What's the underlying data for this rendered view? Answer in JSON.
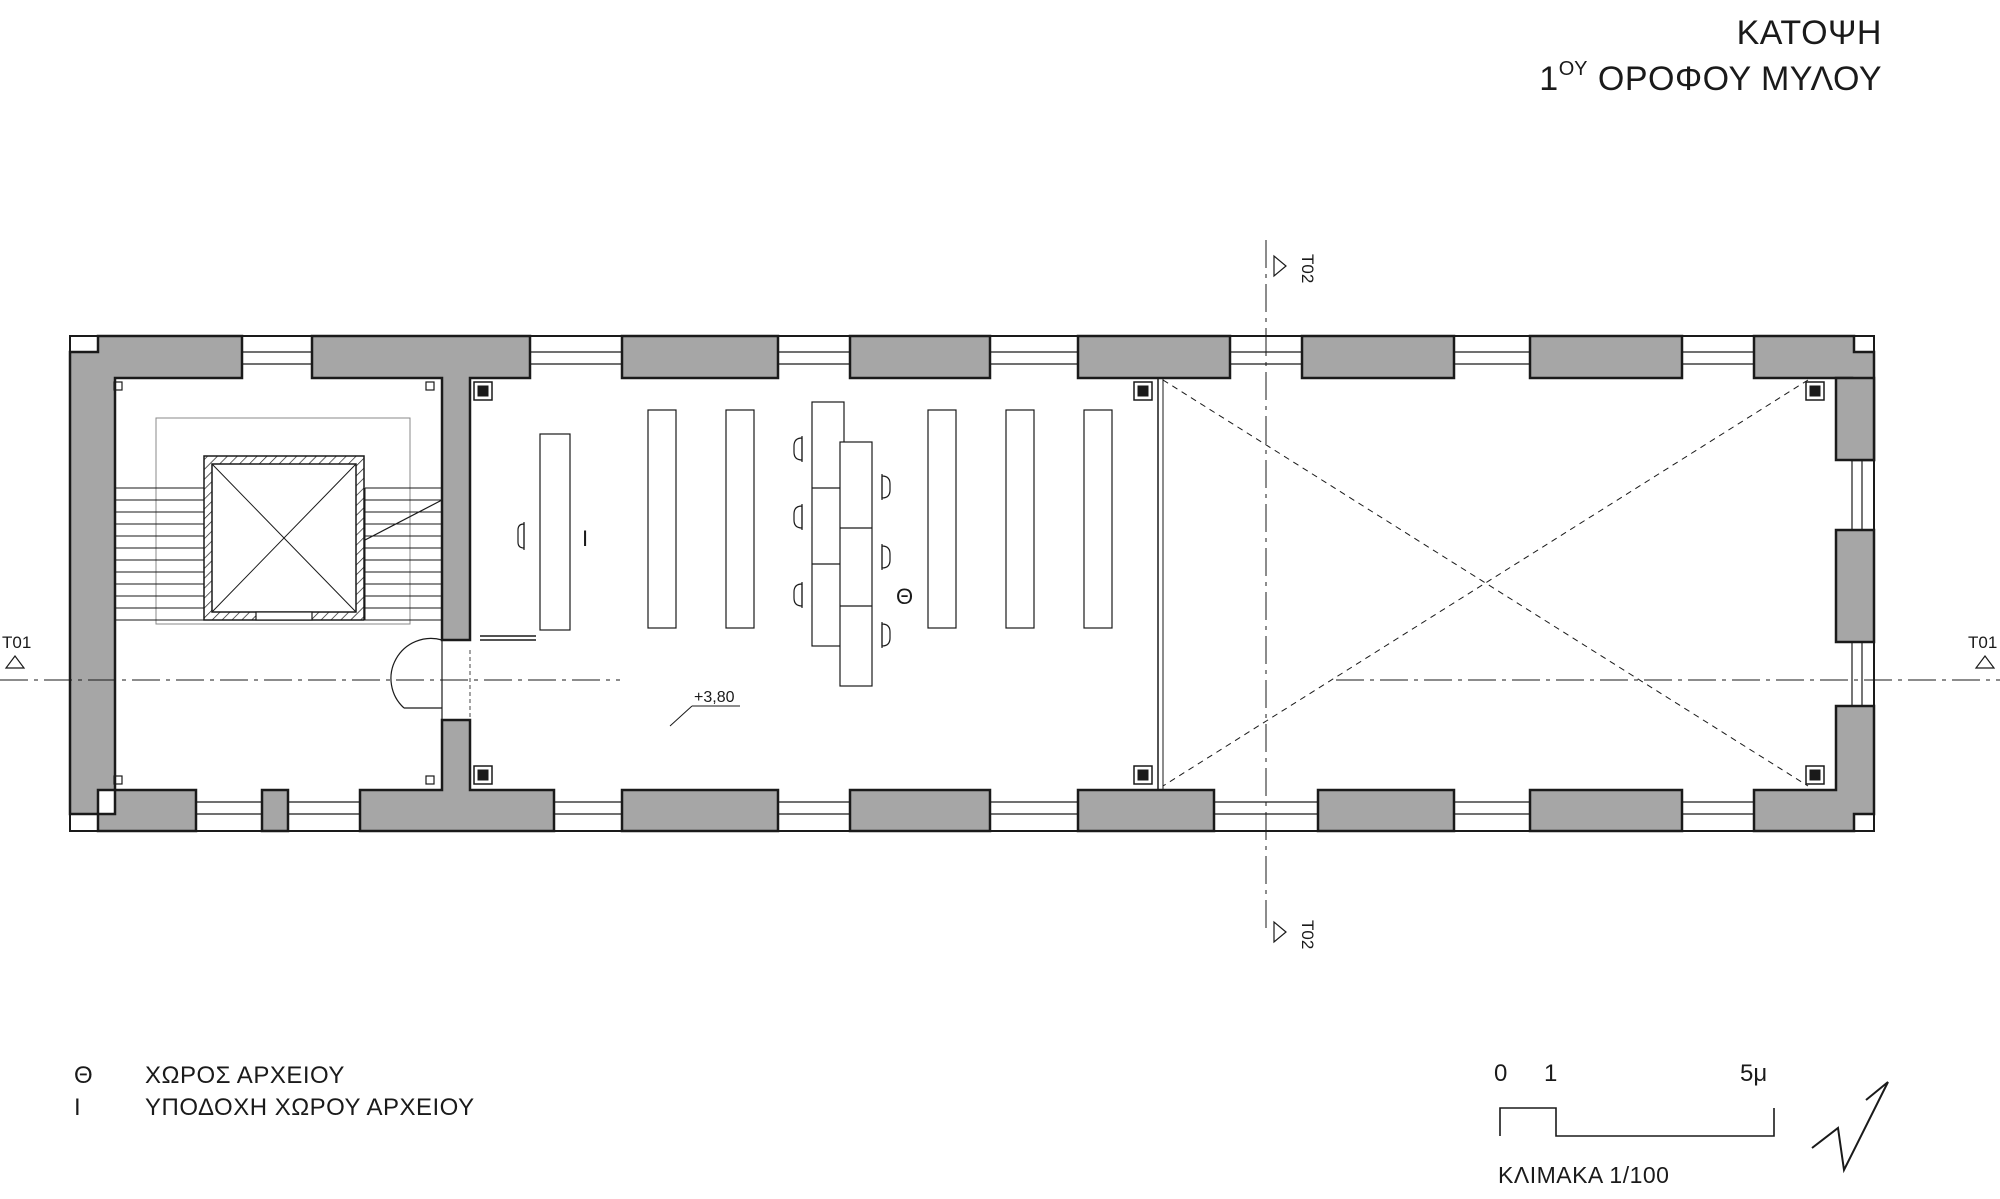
{
  "title": {
    "line1": "ΚΑΤΟΨΗ",
    "line2_prefix": "1",
    "line2_sup": "ΟΥ",
    "line2_rest": " ΟΡΟΦΟΥ ΜΥΛΟΥ"
  },
  "plan": {
    "level_mark": "+3,80",
    "room_tag_archive": "Θ",
    "room_tag_reception": "Ι",
    "section_t01": "T01",
    "section_t02": "T02"
  },
  "legend": [
    {
      "key": "Θ",
      "label": "ΧΩΡΟΣ ΑΡΧΕΙΟΥ"
    },
    {
      "key": "Ι",
      "label": "ΥΠΟΔΟΧΗ ΧΩΡΟΥ ΑΡΧΕΙΟΥ"
    }
  ],
  "scale": {
    "tick_0": "0",
    "tick_1": "1",
    "tick_5": "5μ",
    "caption": "ΚΛΙΜΑΚΑ 1/100"
  },
  "colors": {
    "wall_fill": "#a6a6a6",
    "line": "#1a1a1a"
  },
  "icons": {
    "north_arrow": "north-arrow-icon",
    "section_marker": "section-triangle-icon"
  }
}
